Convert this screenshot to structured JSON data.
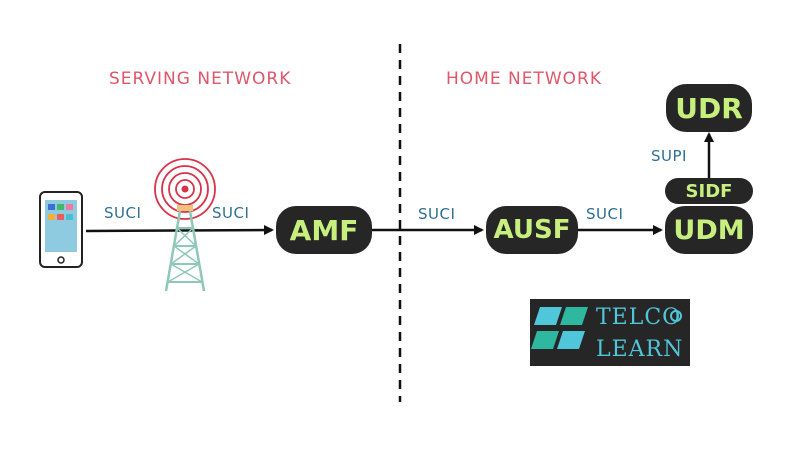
{
  "regions": {
    "serving": "SERVING NETWORK",
    "home": "HOME NETWORK"
  },
  "nodes": {
    "amf": "AMF",
    "ausf": "AUSF",
    "udm": "UDM",
    "sidf": "SIDF",
    "udr": "UDR"
  },
  "edges": {
    "phone_to_tower": "SUCI",
    "tower_to_amf": "SUCI",
    "amf_to_ausf": "SUCI",
    "ausf_to_udm": "SUCI",
    "udm_to_udr": "SUPI"
  },
  "logo": {
    "line1": "TELCO",
    "line2": "LEARN"
  },
  "colors": {
    "node_bg": "#262626",
    "node_text": "#c6ef7e",
    "region_text": "#e0566a",
    "edge_text": "#2f6f93",
    "signal_rings": "#d8334a",
    "tower": "#8fc8b6",
    "logo_accent": "#4fc6d9"
  }
}
